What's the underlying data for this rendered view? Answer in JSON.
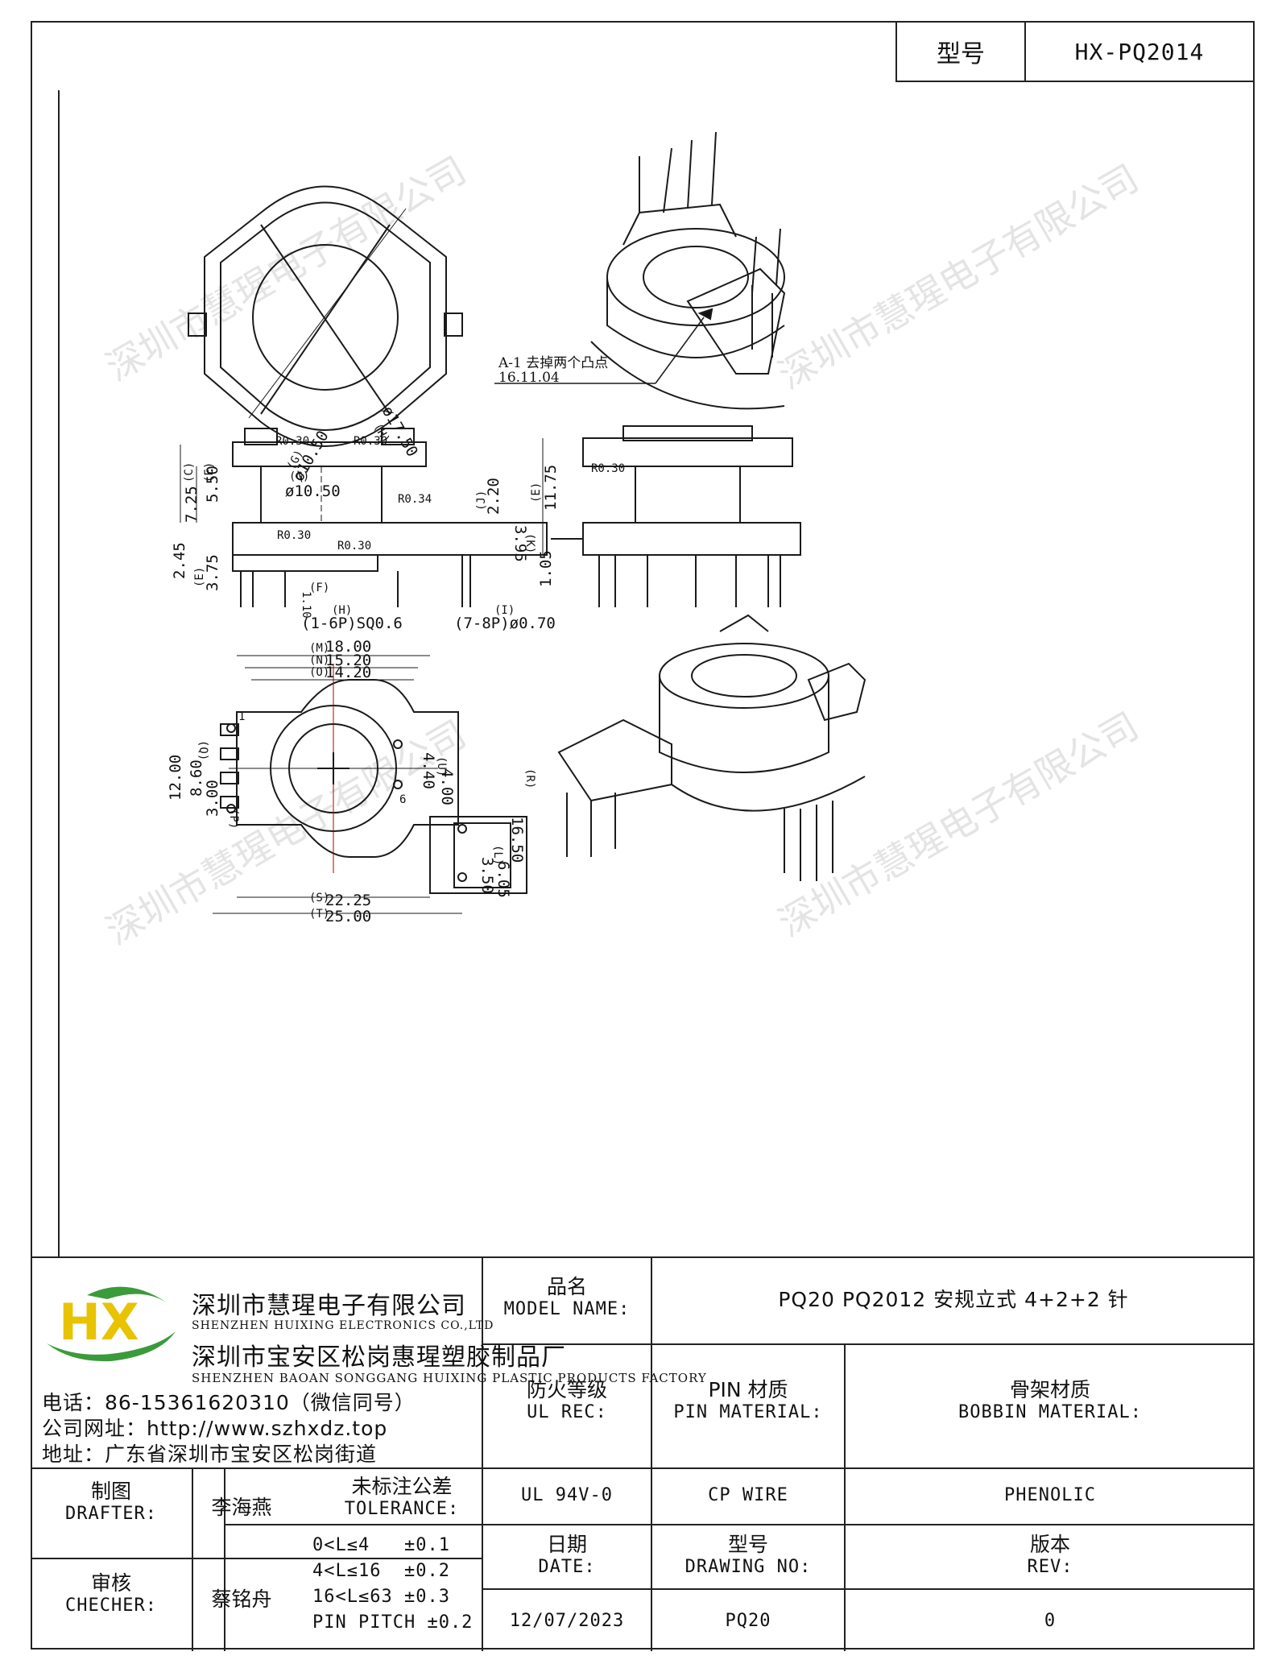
{
  "header": {
    "model_label": "型号",
    "model_value": "HX-PQ2014"
  },
  "watermark": "深圳市慧瑆电子有限公司",
  "drawing": {
    "top_view": {
      "d_inner": "ø10.50",
      "d_inner_tag": "(G)",
      "d_outer": "ø17.50",
      "d_outer_tag": "(H)"
    },
    "note": {
      "line1": "A-1 去掉两个凸点",
      "line2": "16.11.04"
    },
    "front": {
      "c": "(C)",
      "e": "(E)",
      "dim_725": "7.25",
      "dim_550": "5.50",
      "g": "(G)",
      "d1050": "ø10.50",
      "r030a": "R0.30",
      "r030b": "R0.30",
      "r030c": "R0.30",
      "r030d": "R0.30",
      "r034": "R0.34",
      "j": "(J)",
      "dim_220": "2.20",
      "k": "(K)",
      "dim_395": "3.95",
      "dim_245": "2.45",
      "e2": "(E)",
      "dim_375": "3.75",
      "dim_110": "1.10",
      "f": "(F)",
      "h": "(H)",
      "pin1": "(1-6P)SQ0.6",
      "i": "(I)",
      "pin2": "(7-8P)ø0.70"
    },
    "side": {
      "e": "(E)",
      "dim_1175": "11.75",
      "r030": "R0.30",
      "dim_105": "1.05"
    },
    "bottom": {
      "m": "(M)",
      "d1800": "18.00",
      "n": "(N)",
      "d1520": "15.20",
      "o": "(O)",
      "d1420": "14.20",
      "q": "(Q)",
      "d1200": "12.00",
      "d860": "8.60",
      "p": "(P)",
      "d300": "3.00",
      "u": "(U)",
      "d440": "4.40",
      "d400": "4.00",
      "r": "(R)",
      "d1650": "16.50",
      "l": "(L)",
      "d350": "3.50",
      "d605": "6.05",
      "s": "(S)",
      "d2225": "22.25",
      "t": "(T)",
      "d2500": "25.00",
      "pin6": "6",
      "pin1": "1"
    }
  },
  "title_block": {
    "company_cn": "深圳市慧瑆电子有限公司",
    "company_en": "SHENZHEN HUIXING ELECTRONICS CO.,LTD",
    "factory_cn": "深圳市宝安区松岗惠瑆塑胶制品厂",
    "factory_en": "SHENZHEN BAOAN SONGGANG HUIXING PLASTIC PRODUCTS FACTORY",
    "phone": "电话：86-15361620310（微信同号）",
    "web": "公司网址：http://www.szhxdz.top",
    "address": "地址：广东省深圳市宝安区松岗街道",
    "model_name_cn": "品名",
    "model_name_en": "MODEL NAME:",
    "model_name_value": "PQ20 PQ2012 安规立式 4+2+2 针",
    "ul_cn": "防火等级",
    "ul_en": "UL REC:",
    "pin_mat_cn": "PIN 材质",
    "pin_mat_en": "PIN MATERIAL:",
    "bobbin_cn": "骨架材质",
    "bobbin_en": "BOBBIN MATERIAL:",
    "ul_value": "UL 94V-0",
    "pin_value": "CP WIRE",
    "bobbin_value": "PHENOLIC",
    "drafter_cn": "制图",
    "drafter_en": "DRAFTER:",
    "drafter_name": "李海燕",
    "checker_cn": "审核",
    "checker_en": "CHECHER:",
    "checker_name": "蔡铭舟",
    "tol_cn": "未标注公差",
    "tol_en": "TOLERANCE:",
    "tol_1": "0<L≤4   ±0.1",
    "tol_2": "4<L≤16  ±0.2",
    "tol_3": "16<L≤63 ±0.3",
    "tol_4": "PIN PITCH ±0.2",
    "date_cn": "日期",
    "date_en": "DATE:",
    "date_value": "12/07/2023",
    "dwg_cn": "型号",
    "dwg_en": "DRAWING NO:",
    "dwg_value": "PQ20",
    "rev_cn": "版本",
    "rev_en": "REV:",
    "rev_value": "0",
    "logo_text": "HX",
    "colors": {
      "logo_green": "#3a9b3a",
      "logo_yellow": "#e8c300"
    }
  }
}
